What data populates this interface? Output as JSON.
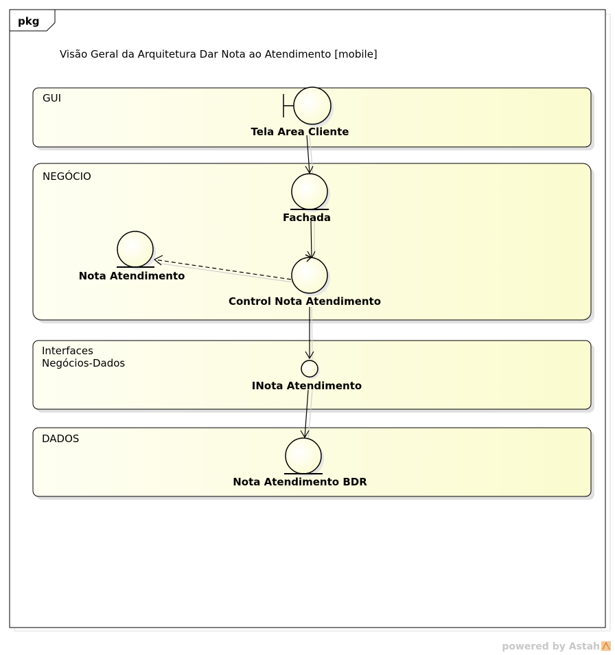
{
  "frame": {
    "tab_label": "pkg",
    "title": "Visão Geral da Arquitetura Dar Nota ao Atendimento [mobile]"
  },
  "packages": {
    "gui": {
      "label": "GUI"
    },
    "negocio": {
      "label": "NEGÓCIO"
    },
    "interfaces": {
      "label_line1": "Interfaces",
      "label_line2": "Negócios-Dados"
    },
    "dados": {
      "label": "DADOS"
    }
  },
  "nodes": {
    "tela_area_cliente": {
      "label": "Tela Area Cliente",
      "kind": "boundary"
    },
    "fachada": {
      "label": "Fachada",
      "kind": "entity"
    },
    "nota_atendimento": {
      "label": "Nota Atendimento",
      "kind": "entity"
    },
    "control_nota_atendimento": {
      "label": "Control Nota Atendimento",
      "kind": "control"
    },
    "inota_atendimento": {
      "label": "INota Atendimento",
      "kind": "interface"
    },
    "nota_atendimento_bdr": {
      "label": "Nota Atendimento BDR",
      "kind": "entity"
    }
  },
  "footer": {
    "powered_by": "powered by Astah"
  },
  "colors": {
    "fill_light": "#fefef2",
    "fill_yellow": "#fcfcd2",
    "stroke": "#000000",
    "shadow": "#d9d9d9"
  }
}
